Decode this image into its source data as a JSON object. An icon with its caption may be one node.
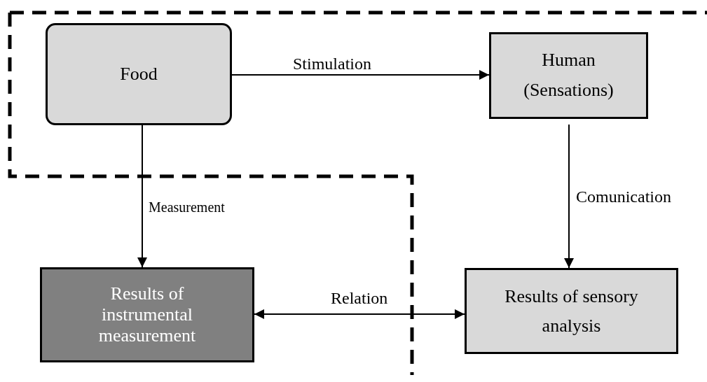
{
  "diagram": {
    "nodes": [
      {
        "text": [
          "Food"
        ]
      },
      {
        "text": [
          "Human (Sensations)"
        ]
      },
      {
        "text": [
          "Results of instrumental measurement"
        ]
      },
      {
        "text": [
          "Results of sensory analysis"
        ]
      }
    ],
    "edges": [
      {
        "from": 0,
        "to": 1,
        "arrow": "to",
        "label": "Stimulation"
      },
      {
        "from": 0,
        "to": 2,
        "arrow": "to",
        "label": "Measurement"
      },
      {
        "from": 1,
        "to": 3,
        "arrow": "to",
        "label": "Comunication"
      },
      {
        "from": 2,
        "to": 3,
        "arrow": "both",
        "label": "Relation"
      }
    ]
  }
}
